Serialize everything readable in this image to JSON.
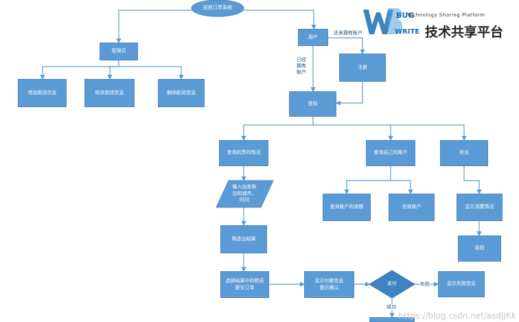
{
  "nodes": {
    "root": "民航订票系统",
    "admin": "管理员",
    "add_flight": "增加航班信息",
    "edit_flight": "修改航班信息",
    "delete_flight": "删除航班信息",
    "user": "用户",
    "register": "注册",
    "login": "登陆",
    "query_tickets": "查询机票的情况",
    "query_account": "查询自己的账户",
    "logout": "退出",
    "input_cities": "输入出发和\n目的城市、\n时间",
    "query_balance": "查询账户的余额",
    "recharge": "充值账户",
    "show_consumption": "显示消费情况",
    "return": "返回",
    "filter_results": "筛选出结果",
    "select_flight": "选择结果中的航班\n提交订单",
    "show_payment": "显示付款信息\n提示确认",
    "pay": "支付",
    "show_fail": "显示失败信息",
    "bottom_box": ""
  },
  "edge_labels": {
    "no_account": "还未拥有账户",
    "has_account": "已经\n拥有\n账户",
    "fail": "失败",
    "success": "成功"
  },
  "logo": {
    "en": "Technology Sharing Platform",
    "cn": "技术共享平台",
    "bug": "BUG",
    "write": "WRITE"
  },
  "watermark": "https://blog.csdn.net/asdJJKk",
  "colors": {
    "node_fill": "#5b9bd5",
    "edge": "#5b9bd5",
    "logo_blue": "#1a6fb5"
  }
}
